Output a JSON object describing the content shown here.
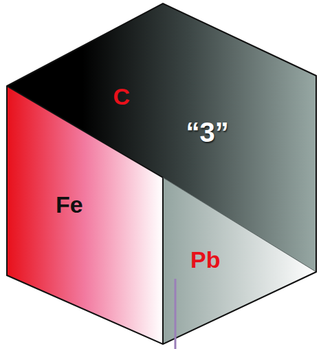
{
  "diagram": {
    "nodes": [
      {
        "text": [
          "C"
        ]
      },
      {
        "text": [
          "“3”"
        ]
      },
      {
        "text": [
          "Fe"
        ]
      },
      {
        "text": [
          "Pb"
        ]
      }
    ]
  }
}
